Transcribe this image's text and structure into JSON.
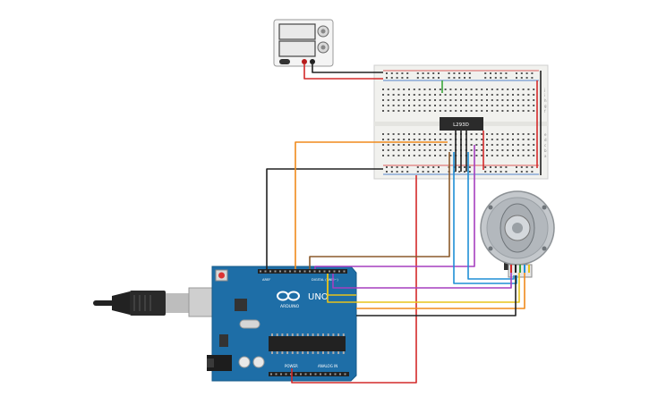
{
  "diagram": {
    "chip_label": "L293D",
    "arduino": {
      "brand": "ARDUINO",
      "model": "UNO",
      "digital_header": "DIGITAL (PWM~)",
      "analog_header": "ANALOG IN",
      "power_header": "POWER",
      "aref_label": "AREF",
      "gnd_label": "GND"
    },
    "breadboard_rows": [
      "a",
      "b",
      "c",
      "d",
      "e",
      "f",
      "g",
      "h",
      "i",
      "j"
    ],
    "wire_colors": {
      "red": "#d42a2a",
      "black": "#222222",
      "orange": "#f08a1c",
      "brown": "#8b5a2b",
      "blue": "#1f8fd6",
      "purple": "#a63fbf",
      "yellow": "#e8c41a",
      "green": "#3aa63a"
    },
    "board_color": "#1e6ea7",
    "breadboard_color": "#f1f1ee"
  }
}
